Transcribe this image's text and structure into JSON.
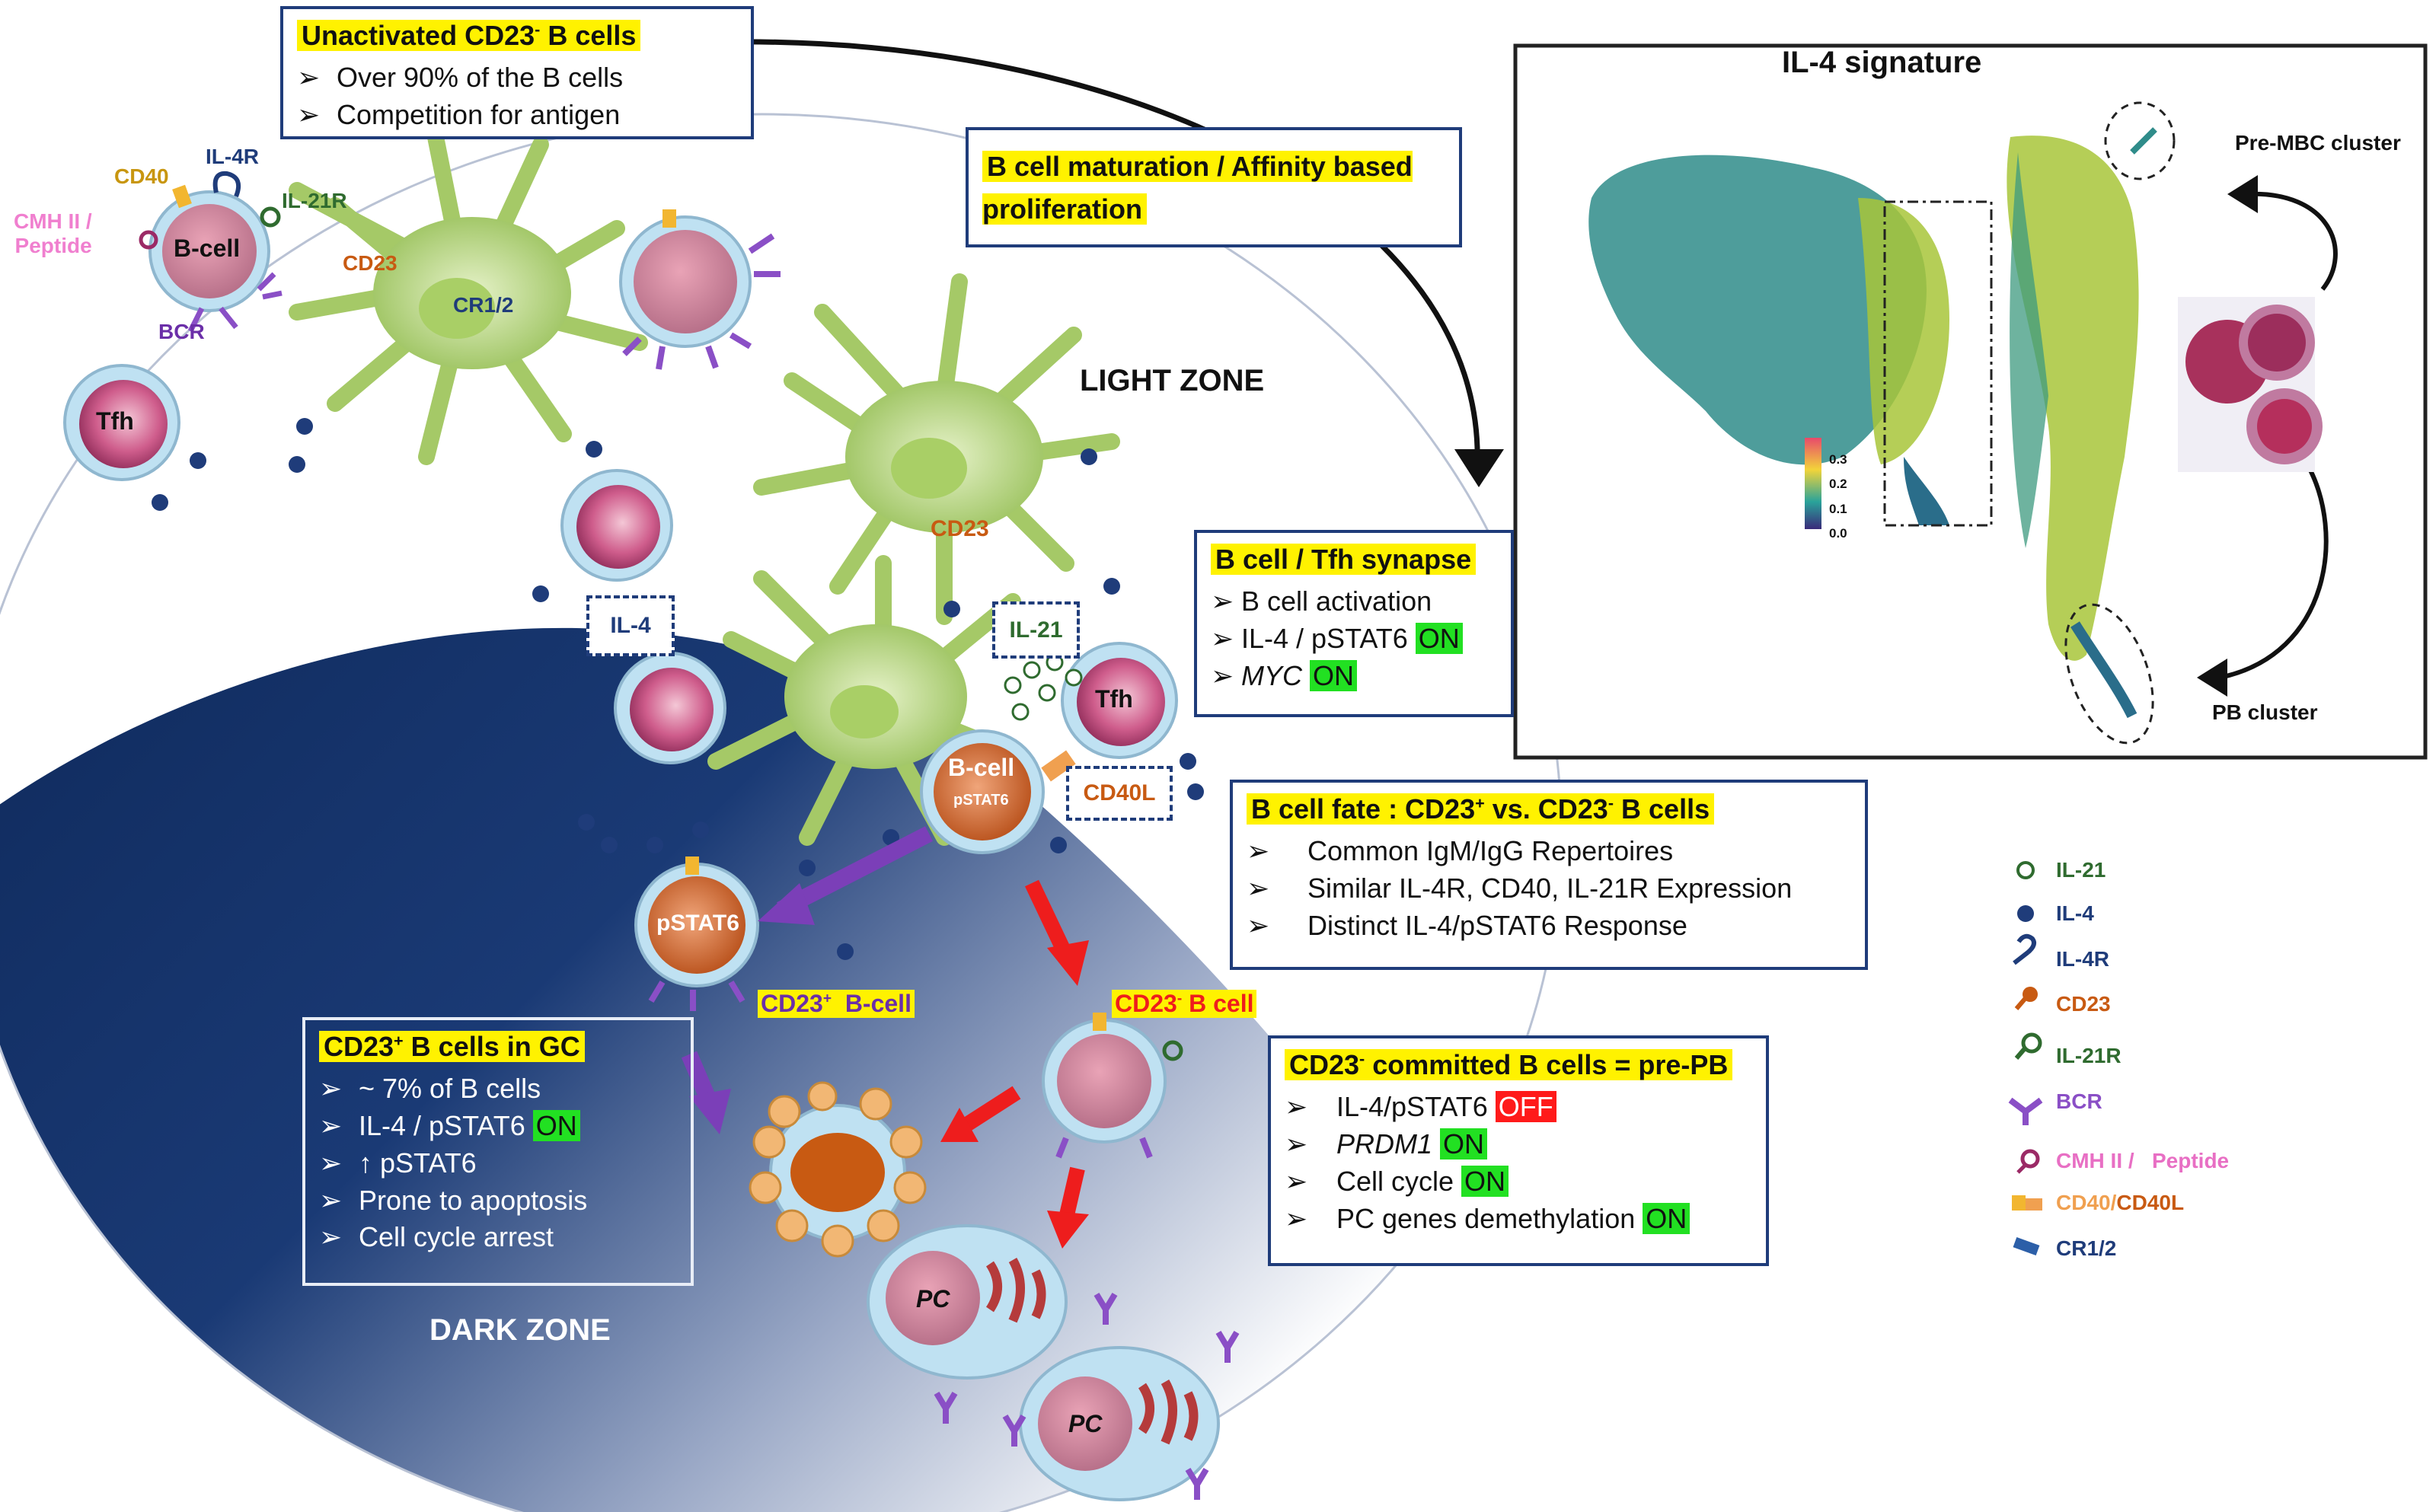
{
  "colors": {
    "dark_zone": "#0f2a5c",
    "box_border": "#1f3c7a",
    "highlight": "#fff200",
    "on_green": "#22e022",
    "off_red": "#ff1a1a",
    "fdc_green": "#a5c967",
    "cd23_orange": "#c85a12",
    "bcr_purple": "#8a4fc6",
    "cr12_blue": "#2c5fa8"
  },
  "boxes": {
    "unactivated": {
      "title_pre": "Unactivated  CD23",
      "title_sup": "-",
      "title_post": " B cells",
      "items": [
        "Over 90% of the B cells",
        "Competition for antigen"
      ]
    },
    "maturation": {
      "title": "B cell maturation / Affinity based proliferation"
    },
    "synapse": {
      "title": "B cell / Tfh synapse",
      "item1": "B cell activation",
      "item2_text": "IL-4 / pSTAT6 ",
      "item2_badge": "ON",
      "item3_text": "MYC",
      "item3_badge": "ON"
    },
    "fate": {
      "title_pre": "B cell fate : CD23",
      "title_sup1": "+",
      "title_mid": " vs. CD23",
      "title_sup2": "-",
      "title_post": " B cells",
      "items": [
        "Common IgM/IgG Repertoires",
        "Similar IL-4R, CD40, IL-21R Expression",
        "Distinct IL-4/pSTAT6 Response"
      ]
    },
    "cd23pos": {
      "title_pre": "CD23",
      "title_sup": "+",
      "title_post": " B cells in GC",
      "item1": "~ 7% of B cells",
      "item2_text": "IL-4 / pSTAT6 ",
      "item2_badge": "ON",
      "item3": "↑ pSTAT6",
      "item4": "Prone to apoptosis",
      "item5": "Cell cycle arrest"
    },
    "prepb": {
      "title_pre": "CD23",
      "title_sup": "-",
      "title_post": " committed B cells = pre-PB",
      "item1_text": "IL-4/pSTAT6 ",
      "item1_badge": "OFF",
      "item2_text": "PRDM1",
      "item2_badge": "ON",
      "item3_text": "Cell cycle ",
      "item3_badge": "ON",
      "item4_text": "PC genes demethylation ",
      "item4_badge": "ON"
    }
  },
  "zones": {
    "light": "LIGHT ZONE",
    "dark": "DARK ZONE"
  },
  "cell_labels": {
    "bcell": "B-cell",
    "bcell2": "B-cell",
    "pstat6_small": "pSTAT6",
    "pstat6": "pSTAT6",
    "tfh1": "Tfh",
    "tfh2": "Tfh",
    "pc1": "PC",
    "pc2": "PC",
    "cd23pos_pre": "CD23",
    "cd23pos_sup": "+",
    "cd23pos_post": "  B-cell",
    "cd23neg_pre": "CD23",
    "cd23neg_sup": "-",
    "cd23neg_post": " B cell"
  },
  "receptor_labels": {
    "cd40": "CD40",
    "il4r": "IL-4R",
    "il21r": "IL-21R",
    "cmh": "CMH II /\nPeptide",
    "cd23": "CD23",
    "cr12": "CR1/2",
    "bcr": "BCR",
    "cd23_fdc": "CD23"
  },
  "dashed_labels": {
    "il4": "IL-4",
    "il21": "IL-21",
    "cd40l": "CD40L"
  },
  "inset": {
    "title": "IL-4 signature",
    "pre_mbc": "Pre-MBC cluster",
    "pb": "PB cluster",
    "colorbar_ticks": [
      "0.3",
      "0.2",
      "0.1",
      "0.0"
    ]
  },
  "legend": [
    {
      "icon": "il21-dot-icon",
      "label": "IL-21",
      "color": "#2f6b2f"
    },
    {
      "icon": "il4-dot-icon",
      "label": "IL-4",
      "color": "#1f3c7a"
    },
    {
      "icon": "il4r-icon",
      "label": "IL-4R",
      "color": "#1f3c7a"
    },
    {
      "icon": "cd23-icon",
      "label": "CD23",
      "color": "#c85a12"
    },
    {
      "icon": "il21r-icon",
      "label": "IL-21R",
      "color": "#2f6b2f"
    },
    {
      "icon": "bcr-icon",
      "label": "BCR",
      "color": "#8a4fc6"
    },
    {
      "icon": "cmh-peptide-icon",
      "label": "CMH II /   Peptide",
      "color": "#e86fc4"
    },
    {
      "icon": "cd40-cd40l-icon",
      "label_a": "CD40/",
      "label_b": "CD40L",
      "color_a": "#f0a050",
      "color_b": "#c85a12"
    },
    {
      "icon": "cr12-icon",
      "label": "CR1/2",
      "color": "#1f3c7a"
    }
  ]
}
